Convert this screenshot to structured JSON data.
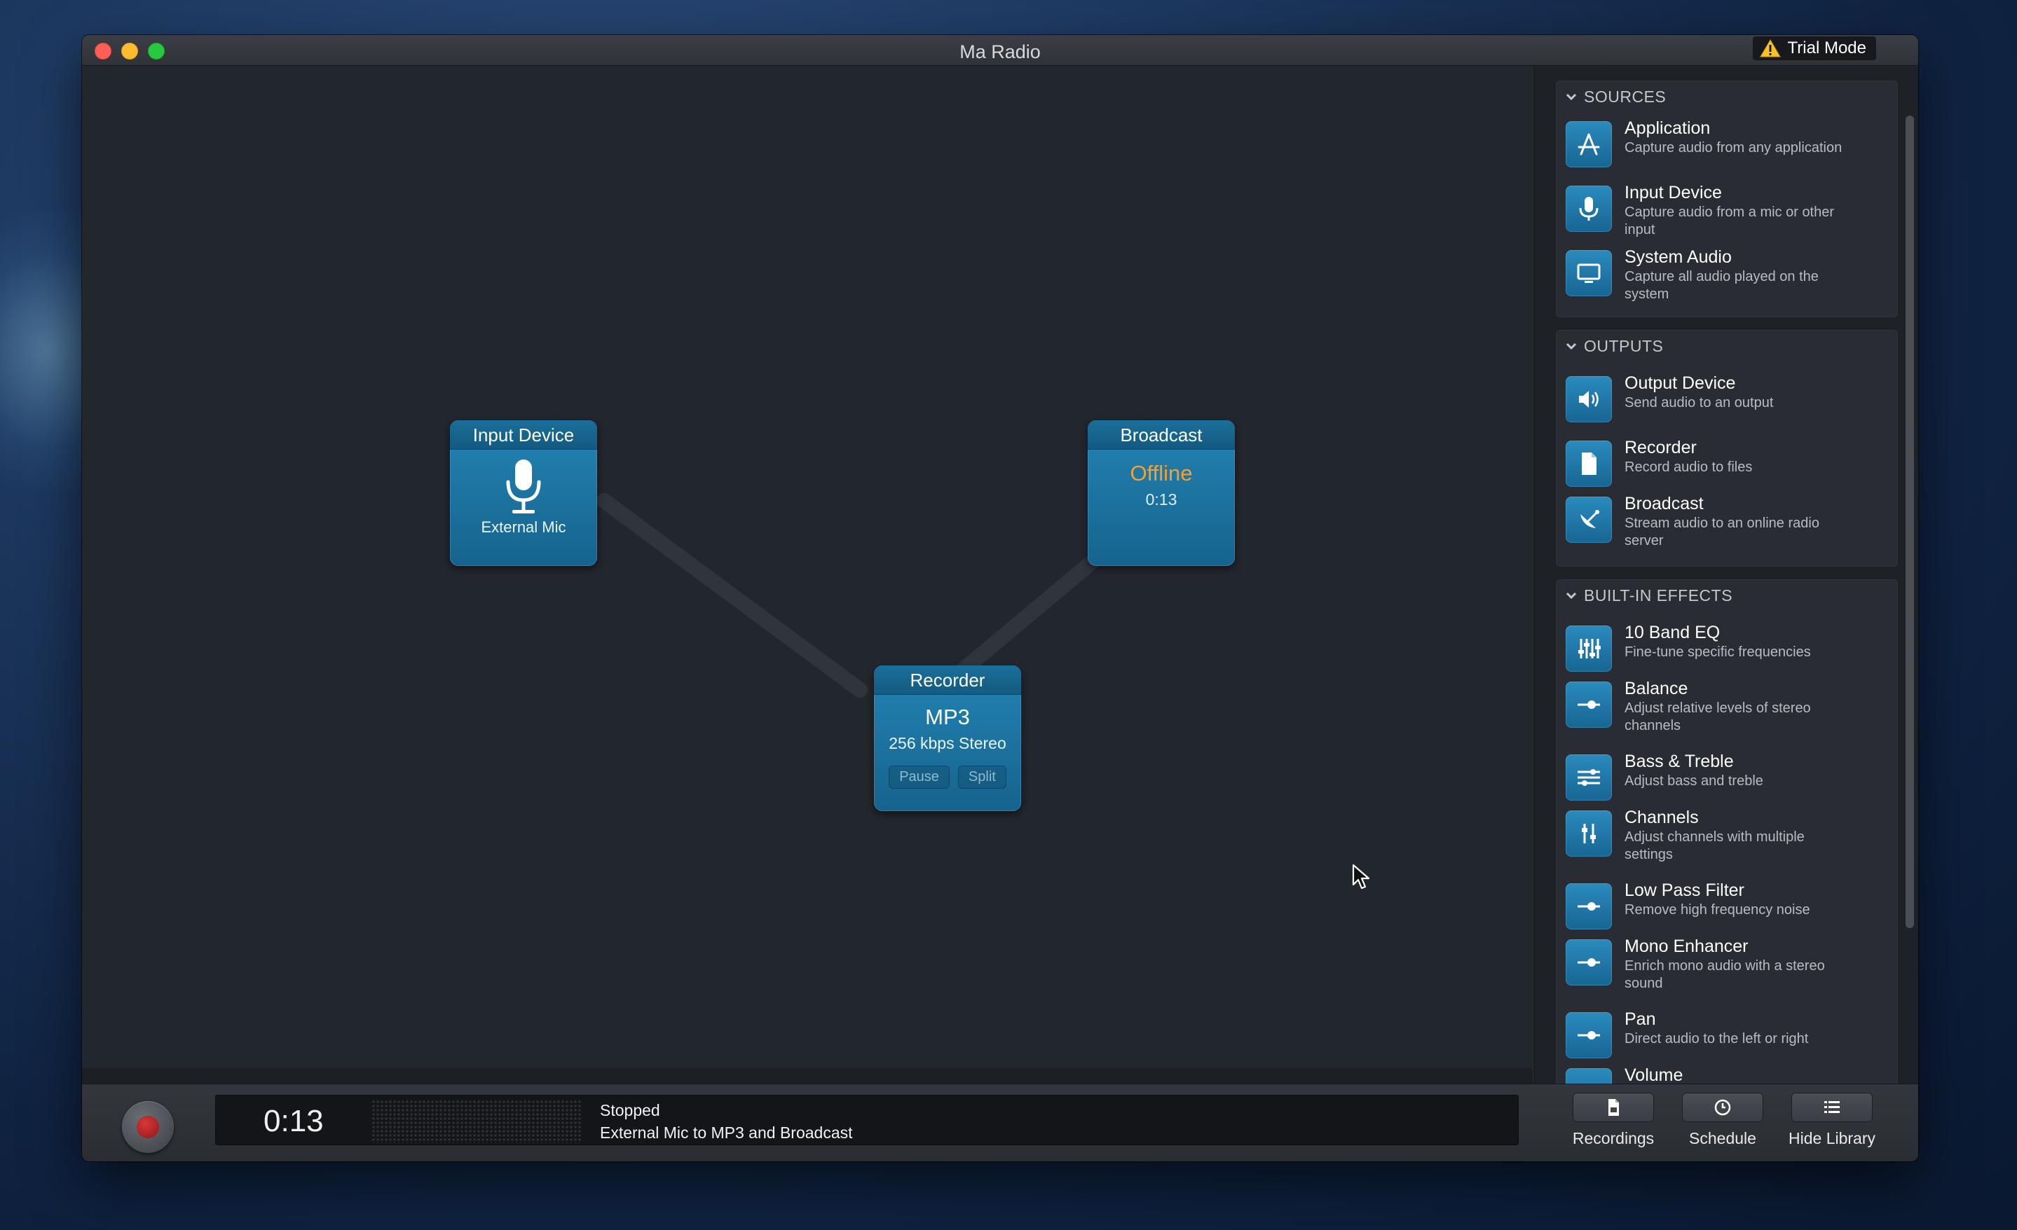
{
  "window": {
    "title": "Ma Radio",
    "trial_label": "Trial Mode"
  },
  "canvas": {
    "nodes": {
      "input": {
        "header": "Input Device",
        "subtitle": "External Mic"
      },
      "broadcast": {
        "header": "Broadcast",
        "status": "Offline",
        "time": "0:13"
      },
      "recorder": {
        "header": "Recorder",
        "format": "MP3",
        "quality": "256 kbps Stereo",
        "pause_label": "Pause",
        "split_label": "Split"
      }
    }
  },
  "library": {
    "sources": {
      "title": "SOURCES",
      "items": [
        {
          "name": "Application",
          "desc": "Capture audio from any application",
          "icon": "app-store-icon"
        },
        {
          "name": "Input Device",
          "desc": "Capture audio from a mic or other input",
          "icon": "microphone-icon"
        },
        {
          "name": "System Audio",
          "desc": "Capture all audio played on the system",
          "icon": "monitor-icon"
        }
      ]
    },
    "outputs": {
      "title": "OUTPUTS",
      "items": [
        {
          "name": "Output Device",
          "desc": "Send audio to an output",
          "icon": "speaker-icon"
        },
        {
          "name": "Recorder",
          "desc": "Record audio to files",
          "icon": "document-icon"
        },
        {
          "name": "Broadcast",
          "desc": "Stream audio to an online radio server",
          "icon": "satellite-dish-icon"
        }
      ]
    },
    "effects": {
      "title": "BUILT-IN EFFECTS",
      "items": [
        {
          "name": "10 Band EQ",
          "desc": "Fine-tune specific frequencies",
          "icon": "equalizer-icon"
        },
        {
          "name": "Balance",
          "desc": "Adjust relative levels of stereo channels",
          "icon": "slider-icon"
        },
        {
          "name": "Bass & Treble",
          "desc": "Adjust bass and treble",
          "icon": "dual-slider-icon"
        },
        {
          "name": "Channels",
          "desc": "Adjust channels with multiple settings",
          "icon": "channels-icon"
        },
        {
          "name": "Low Pass Filter",
          "desc": "Remove high frequency noise",
          "icon": "slider-icon"
        },
        {
          "name": "Mono Enhancer",
          "desc": "Enrich mono audio with a stereo sound",
          "icon": "slider-icon"
        },
        {
          "name": "Pan",
          "desc": "Direct audio to the left or right",
          "icon": "slider-icon"
        },
        {
          "name": "Volume",
          "desc": "",
          "icon": "slider-icon"
        }
      ]
    }
  },
  "footer": {
    "elapsed": "0:13",
    "status": "Stopped",
    "detail": "External Mic to MP3 and Broadcast",
    "recordings_label": "Recordings",
    "schedule_label": "Schedule",
    "hide_library_label": "Hide Library"
  },
  "colors": {
    "node_blue": "#2384b4",
    "offline_orange": "#f5a033",
    "record_red": "#d8383a"
  }
}
